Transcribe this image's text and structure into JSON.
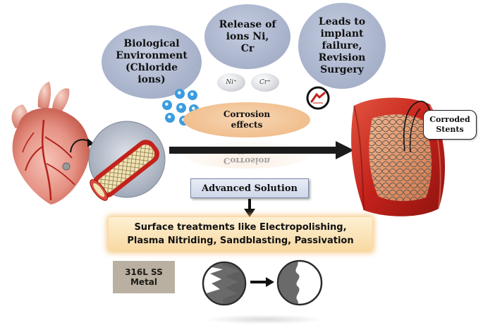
{
  "bubbles": {
    "biological": "Biological\nEnvironment\n(Chloride\nions)",
    "release": "Release of\nions Ni,\nCr",
    "leads": "Leads to\nimplant\nfailure,\nRevision\nSurgery"
  },
  "ions": {
    "ni": "Ni⁺",
    "cr": "Cr⁺"
  },
  "corrosion_label": "Corrosion\neffects",
  "corroded_stents_label": "Corroded\nStents",
  "advanced_solution_label": "Advanced Solution",
  "surface_treatments_label": "Surface treatments like Electropolishing,\nPlasma Nitriding, Sandblasting, Passivation",
  "metal_label": "316L SS\nMetal",
  "colors": {
    "bubble": "#aab4cc",
    "corrosion_pill": "#f2c49a",
    "surface_box": "#fbe3b8",
    "advanced_box": "#d9e0f0",
    "artery_red": "#c3211b"
  }
}
